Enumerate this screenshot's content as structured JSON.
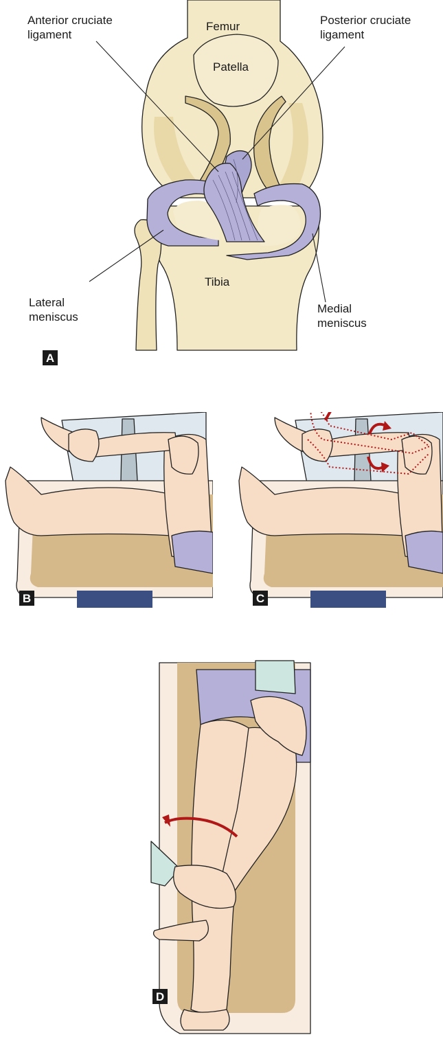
{
  "panel_a": {
    "tag": "A",
    "labels": {
      "femur": "Femur",
      "patella": "Patella",
      "acl_line1": "Anterior cruciate",
      "acl_line2": "ligament",
      "pcl_line1": "Posterior cruciate",
      "pcl_line2": "ligament",
      "tibia": "Tibia",
      "lateral_line1": "Lateral",
      "lateral_line2": "meniscus",
      "medial_line1": "Medial",
      "medial_line2": "meniscus"
    }
  },
  "panel_b": {
    "tag": "B"
  },
  "panel_c": {
    "tag": "C"
  },
  "panel_d": {
    "tag": "D"
  },
  "colors": {
    "bone": "#f3e9c6",
    "cartilage": "#d9c48e",
    "meniscus": "#b4b0d8",
    "skin": "#f7dcc6",
    "shirt": "#dfe8ee",
    "table_top": "#d6b98a",
    "table_edge": "#f8ece0",
    "arrow": "#b01818",
    "trousers": "#3c4f82",
    "shorts": "#b4b0d8",
    "cuff": "#cde7e0"
  }
}
